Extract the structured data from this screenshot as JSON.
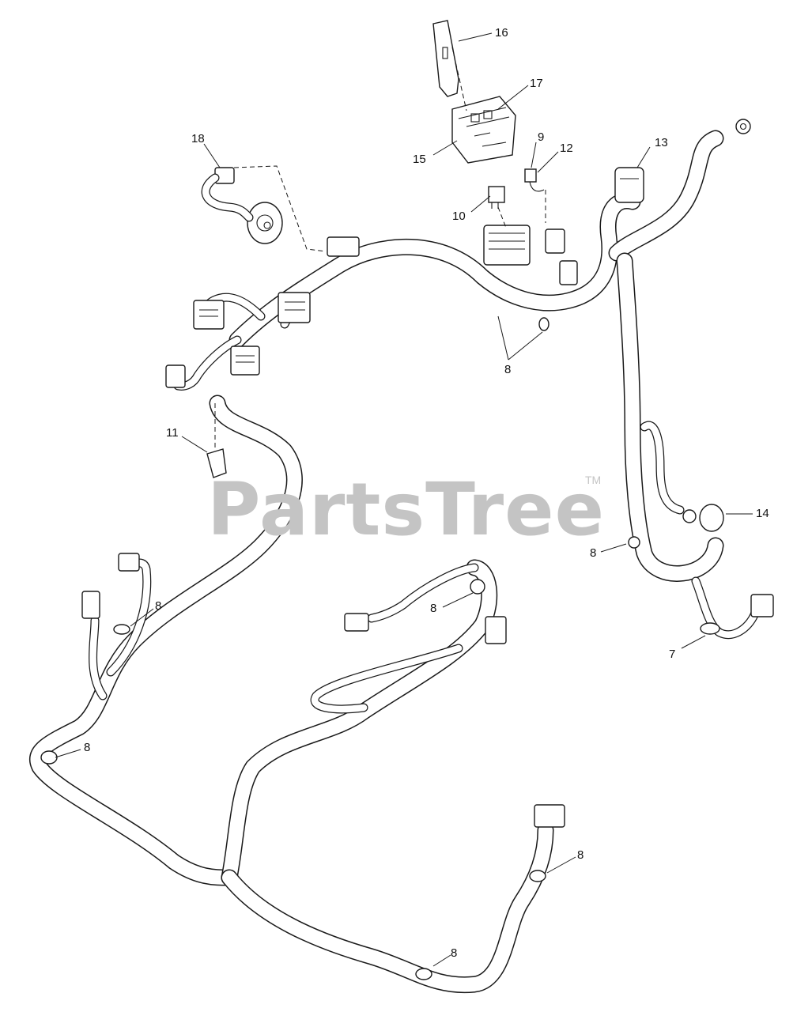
{
  "watermark": {
    "text": "PartsTree",
    "trademark": "TM"
  },
  "callouts": {
    "c16": "16",
    "c17": "17",
    "c15": "15",
    "c18": "18",
    "c9": "9",
    "c12": "12",
    "c13": "13",
    "c10": "10",
    "c8_harness": "8",
    "c11": "11",
    "c14": "14",
    "c8_right": "8",
    "c8_left": "8",
    "c8_mid": "8",
    "c7": "7",
    "c8_lower_left": "8",
    "c8_lower_right": "8",
    "c8_bottom": "8"
  },
  "colors": {
    "line": "#1a1a1a",
    "background": "#ffffff",
    "watermark": "#c4c4c4"
  }
}
